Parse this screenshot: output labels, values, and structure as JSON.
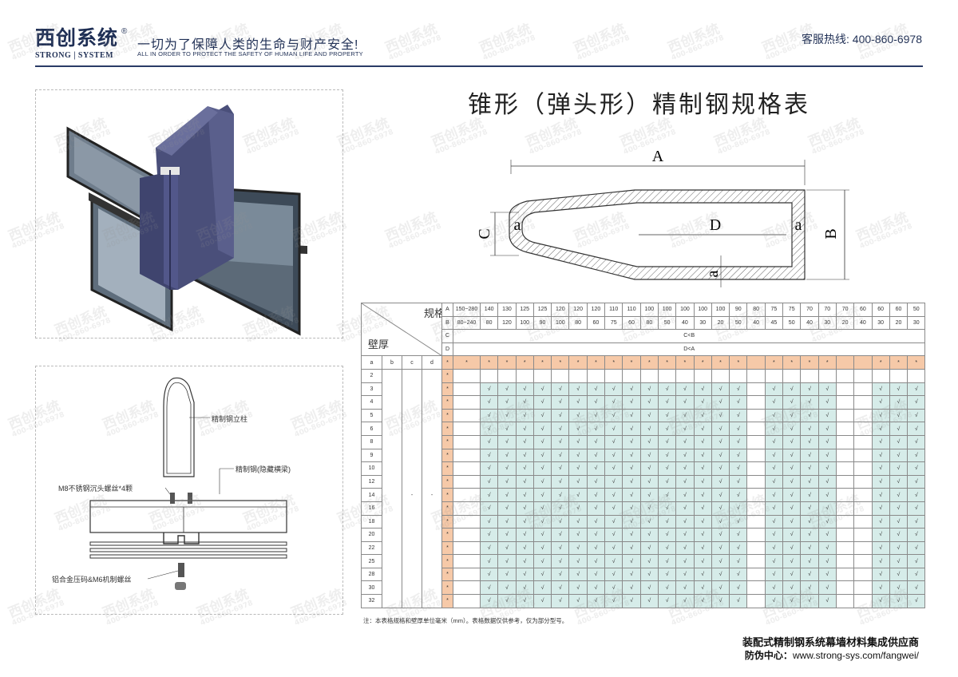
{
  "brand": {
    "name_cn": "西创系统",
    "reg_mark": "®",
    "name_en": "STRONG | SYSTEM"
  },
  "slogan": {
    "cn": "一切为了保障人类的生命与财产安全!",
    "en": "ALL IN ORDER TO PROTECT THE SAFETY OF HUMAN LIFE AND PROPERTY"
  },
  "hotline": "客服热线: 400-860-6978",
  "watermark": {
    "cn": "西创系统",
    "phone": "400-860-6978"
  },
  "title": "锥形（弹头形）精制钢规格表",
  "profile_diagram": {
    "label_A": "A",
    "label_B": "B",
    "label_C": "C",
    "label_D": "D",
    "label_a_left": "a",
    "label_a_right": "a",
    "label_a_bottom": "a"
  },
  "cad_labels": {
    "mullion": "精制钢立柱",
    "transom": "精制钢(隐藏横梁)",
    "screws": "M8不锈钢沉头螺丝*4颗",
    "clamp": "铝合金压码&M6机制螺丝"
  },
  "table": {
    "spec_label": "规格",
    "wall_label": "壁厚",
    "row_labels": [
      "A",
      "B",
      "C",
      "D"
    ],
    "A_values": [
      "150~280",
      "140",
      "130",
      "125",
      "125",
      "120",
      "120",
      "120",
      "110",
      "110",
      "100",
      "100",
      "100",
      "100",
      "100",
      "90",
      "80",
      "75",
      "75",
      "70",
      "70",
      "70",
      "60",
      "60",
      "60",
      "50"
    ],
    "B_values": [
      "80~240",
      "80",
      "120",
      "100",
      "90",
      "100",
      "80",
      "60",
      "75",
      "60",
      "80",
      "50",
      "40",
      "30",
      "20",
      "50",
      "40",
      "45",
      "50",
      "40",
      "30",
      "20",
      "40",
      "30",
      "20",
      "30"
    ],
    "C_rule": "C<B",
    "D_rule": "D<A",
    "cols_abcd": [
      "a",
      "b",
      "c",
      "d"
    ],
    "marker": "*",
    "check": "√",
    "thicknesses": [
      "2",
      "3",
      "4",
      "5",
      "6",
      "8",
      "9",
      "10",
      "12",
      "14",
      "16",
      "18",
      "20",
      "22",
      "25",
      "28",
      "30",
      "32"
    ],
    "dash": "-",
    "empty_cols": [
      16,
      21,
      22
    ],
    "colors": {
      "header_marker": "#f6c9a8",
      "checked_cell": "#d6ece9"
    }
  },
  "note": "注：本表格规格和壁厚单位毫米（mm）。表格数据仅供参考，仅为部分型号。",
  "footer": {
    "supplier": "装配式精制钢系统幕墙材料集成供应商",
    "anti_fake_label": "防伪中心：",
    "url": "www.strong-sys.com/fangwei/"
  }
}
